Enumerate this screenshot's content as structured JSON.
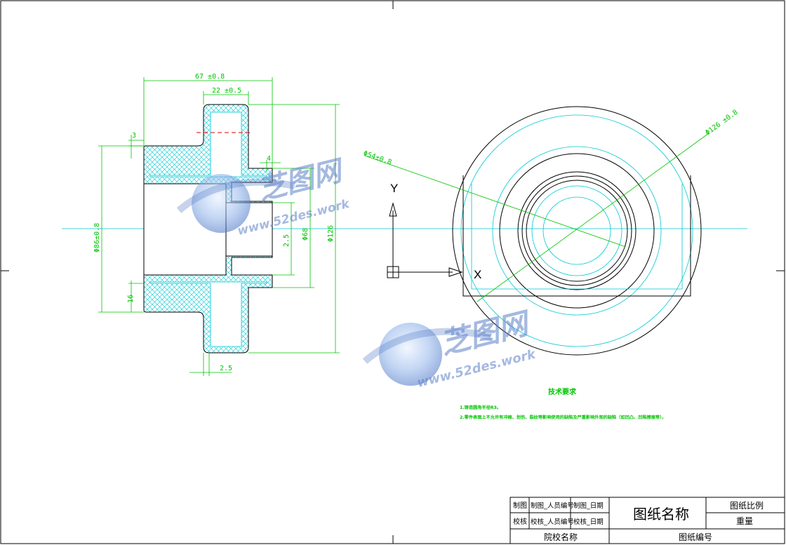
{
  "dimensions": {
    "width_top": "67 ±0.8",
    "width_flange": "22 ±0.5",
    "step_3": "3",
    "step_4": "4",
    "dia_left": "Φ86±0.8",
    "dia_mid": "Φ68",
    "dia_right": "Φ126",
    "thick_2_5_v": "2.5",
    "thick_16": "16",
    "thick_2_5_bottom": "2.5",
    "dia_54": "Φ54±0.8",
    "dia_126_circle": "Φ126 ±0.8"
  },
  "axes": {
    "y_label": "Y",
    "x_label": "X"
  },
  "watermark": {
    "brand": "芝图网",
    "url": "www.52des.work"
  },
  "notes": {
    "title": "技术要求",
    "line1": "1.铸造圆角半径R3。",
    "line2": "2.零件表面上不允许有冲痕、划伤、裂纹等影响使用的缺陷及严重影响外观的缺陷（如凹凸、凹陷擦痕等）。"
  },
  "title_block": {
    "drawn_label": "制图",
    "drawn_person": "制图_人员编号",
    "drawn_date": "制图_日期",
    "check_label": "校核",
    "check_person": "校核_人员编号",
    "check_date": "校核_日期",
    "school": "院校名称",
    "drawing_name": "图纸名称",
    "scale": "图纸比例",
    "weight": "重量",
    "drawing_number": "图纸编号"
  },
  "colors": {
    "outline": "#000000",
    "dimension": "#00c400",
    "centerline": "#00c8d2",
    "hatch": "#00c8d2",
    "section_mark": "#e00000",
    "watermark": "#5c80c8"
  }
}
